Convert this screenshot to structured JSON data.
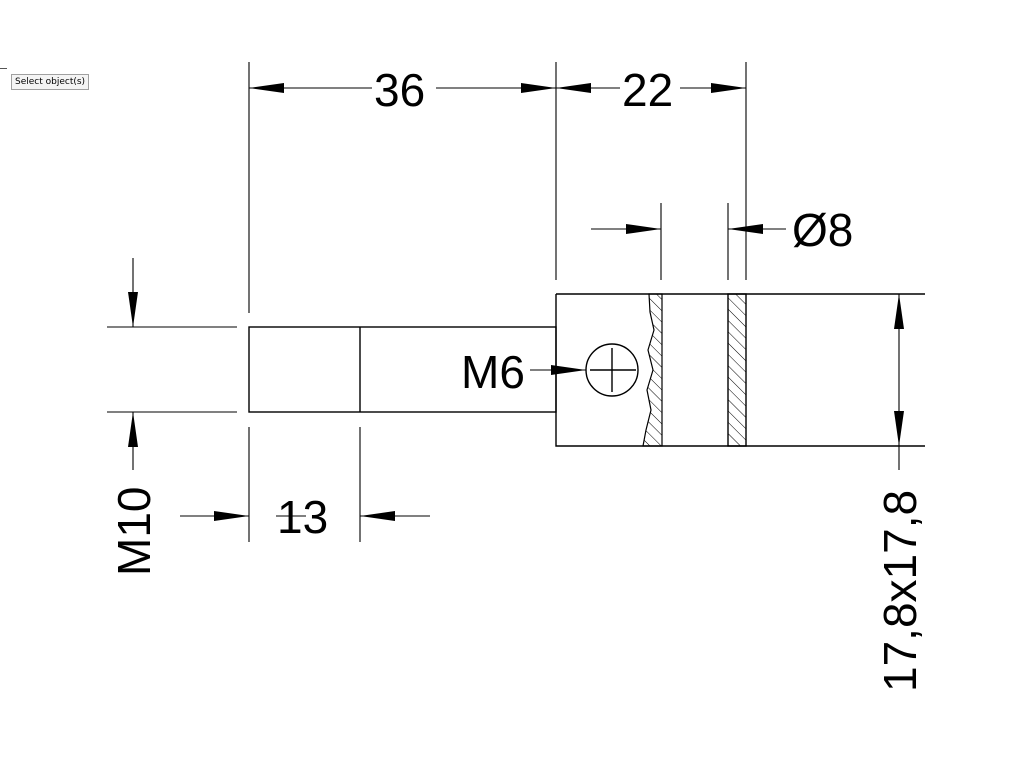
{
  "tooltip": {
    "label": "Select object(s)"
  },
  "dimensions": {
    "overall_length": "36",
    "head_length": "22",
    "bore_diameter": "Ø8",
    "set_screw": "M6",
    "thread_size": "M10",
    "thread_length": "13",
    "head_section": "17,8x17,8"
  },
  "colors": {
    "line": "#000000",
    "background": "#ffffff",
    "hatch": "#000000"
  }
}
